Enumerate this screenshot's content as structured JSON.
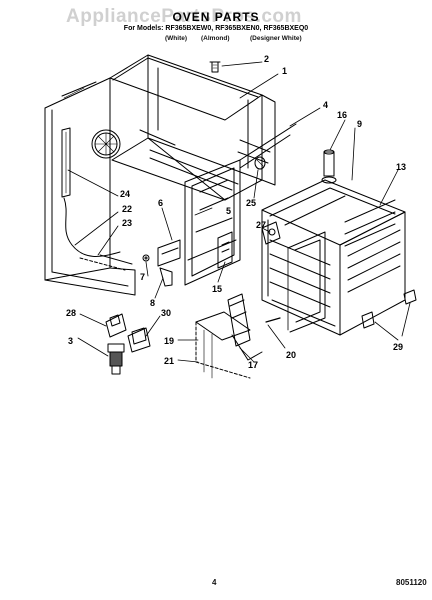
{
  "watermark": "AppliancePartsPros.com",
  "header": {
    "title": "OVEN PARTS",
    "models": "For Models: RF365BXEW0, RF365BXEN0, RF365BXEQ0",
    "colors": [
      "(White)",
      "(Almond)",
      "(Designer White)"
    ]
  },
  "callouts": [
    "1",
    "2",
    "3",
    "4",
    "5",
    "6",
    "7",
    "8",
    "9",
    "13",
    "15",
    "16",
    "17",
    "19",
    "20",
    "21",
    "22",
    "23",
    "24",
    "25",
    "27",
    "28",
    "29",
    "30"
  ],
  "footer": {
    "page_number": "4",
    "doc_number": "8051120"
  }
}
